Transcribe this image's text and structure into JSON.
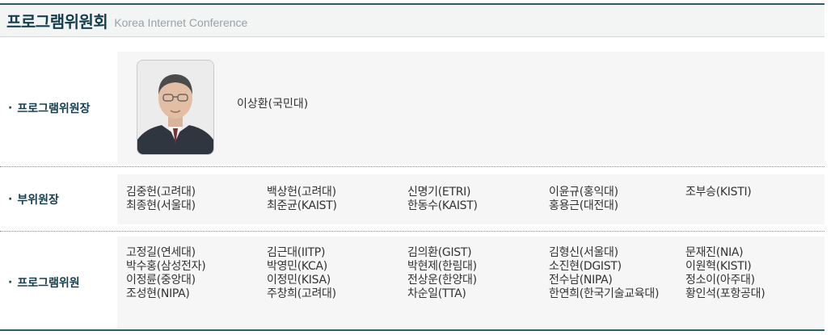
{
  "header": {
    "title": "프로그램위원회",
    "subtitle": "Korea Internet Conference"
  },
  "chair": {
    "label": "프로그램위원장",
    "name": "이상환(국민대)"
  },
  "vice_chairs": {
    "label": "부위원장",
    "rows": [
      [
        "김중헌(고려대)",
        "백상헌(고려대)",
        "신명기(ETRI)",
        "이윤규(홍익대)",
        "조부승(KISTI)"
      ],
      [
        "최종현(서울대)",
        "최준균(KAIST)",
        "한동수(KAIST)",
        "홍용근(대전대)",
        ""
      ]
    ]
  },
  "members": {
    "label": "프로그램위원",
    "rows": [
      [
        "고정길(연세대)",
        "김근대(IITP)",
        "김의환(GIST)",
        "김형신(서울대)",
        "문재진(NIA)"
      ],
      [
        "박수홍(삼성전자)",
        "박영민(KCA)",
        "박현제(한림대)",
        "소진현(DGIST)",
        "이원혁(KISTI)"
      ],
      [
        "이정륜(중앙대)",
        "이정민(KISA)",
        "전상운(한양대)",
        "전수남(NIPA)",
        "정소이(아주대)"
      ],
      [
        "조성현(NIPA)",
        "주창희(고려대)",
        "차순일(TTA)",
        "한연희(한국기술교육대)",
        "황인석(포항공대)"
      ]
    ]
  },
  "bullet": "·",
  "colors": {
    "accent": "#143f4e",
    "rule": "#2d5b6a",
    "content_bg": "#f6f6f6"
  }
}
